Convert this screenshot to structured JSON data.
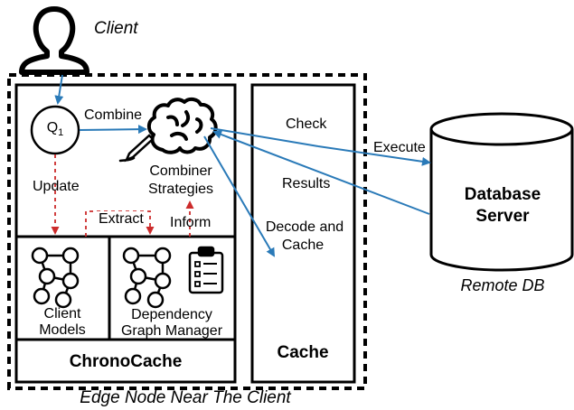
{
  "client": {
    "label": "Client",
    "icon": "user-icon"
  },
  "edge_node": {
    "caption": "Edge Node Near The Client"
  },
  "query_node": {
    "label": "Q",
    "subscript": "1"
  },
  "arrows": {
    "combine": "Combine",
    "update": "Update",
    "extract": "Extract",
    "inform": "Inform",
    "check": "Check",
    "execute": "Execute",
    "results": "Results",
    "decode_and_cache_line1": "Decode and",
    "decode_and_cache_line2": "Cache"
  },
  "combiner": {
    "line1": "Combiner",
    "line2": "Strategies",
    "icon": "brain-icon"
  },
  "client_models": {
    "line1": "Client",
    "line2": "Models",
    "icon": "graph-icon"
  },
  "dependency_graph_manager": {
    "line1": "Dependency",
    "line2": "Graph Manager",
    "icons": [
      "graph-icon",
      "clipboard-icon"
    ]
  },
  "chronocache": {
    "label": "ChronoCache"
  },
  "cache": {
    "label": "Cache"
  },
  "database": {
    "line1": "Database",
    "line2": "Server",
    "caption": "Remote DB",
    "icon": "cylinder-icon"
  },
  "colors": {
    "blue_arrow": "#2a7ab8",
    "red_arrow": "#cc2b2b",
    "stroke": "#000000"
  }
}
